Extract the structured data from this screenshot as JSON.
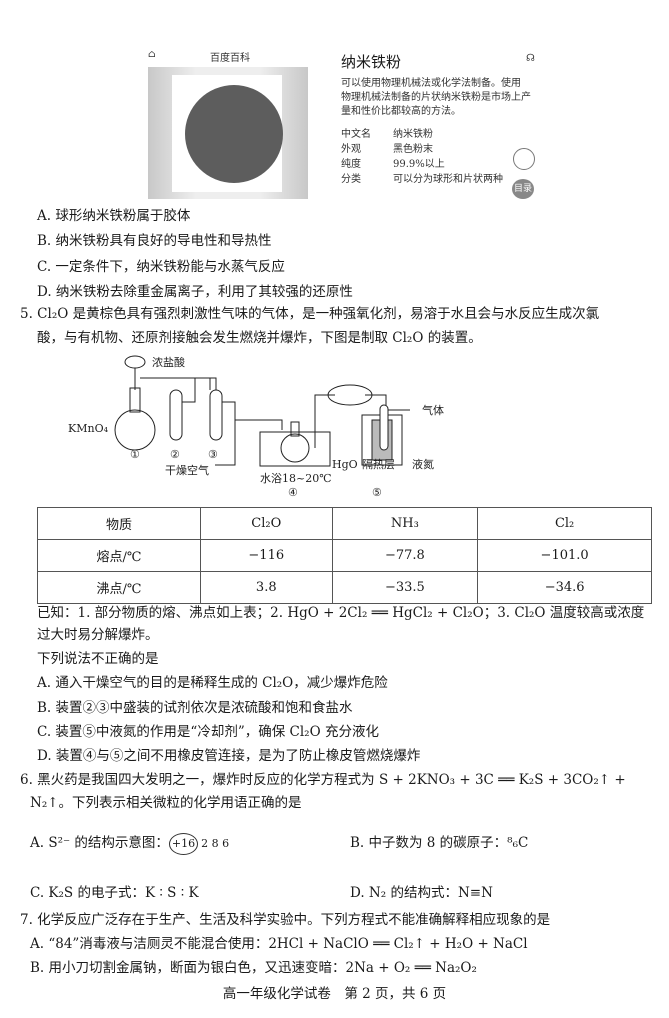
{
  "card": {
    "home_icon": "home-icon",
    "source": "百度百科",
    "title": "纳米铁粉",
    "corner_icon": "audio-icon",
    "desc": [
      "可以使用物理机械法或化学法制备。使用",
      "物理机械法制备的片状纳米铁粉是市场上产",
      "量和性价比都较高的方法。"
    ],
    "fields": [
      {
        "k": "中文名",
        "v": "纳米铁粉"
      },
      {
        "k": "外观",
        "v": "黑色粉末"
      },
      {
        "k": "纯度",
        "v": "99.9%以上"
      },
      {
        "k": "分类",
        "v": "可以分为球形和片状两种"
      }
    ],
    "toc_button": "目录"
  },
  "q4_options": [
    "A. 球形纳米铁粉属于胶体",
    "B. 纳米铁粉具有良好的导电性和导热性",
    "C. 一定条件下，纳米铁粉能与水蒸气反应",
    "D. 纳米铁粉去除重金属离子，利用了其较强的还原性"
  ],
  "q5": {
    "stem": [
      "5. Cl₂O 是黄棕色具有强烈刺激性气味的气体，是一种强氧化剂，易溶于水且会与水反应生成次氯",
      "酸，与有机物、还原剂接触会发生燃烧并爆炸，下图是制取 Cl₂O 的装置。"
    ],
    "diagram": {
      "conc_hcl": "浓盐酸",
      "kmno4": "KMnO₄",
      "dry_air": "干燥空气",
      "bath": "水浴18~20℃",
      "hgo": "HgO",
      "insulation": "隔热层",
      "liquid_n": "液氮",
      "gas": "气体",
      "n1": "①",
      "n2": "②",
      "n3": "③",
      "n4": "④",
      "n5": "⑤"
    },
    "table": {
      "header": [
        "物质",
        "Cl₂O",
        "NH₃",
        "Cl₂"
      ],
      "rows": [
        [
          "熔点/℃",
          "−116",
          "−77.8",
          "−101.0"
        ],
        [
          "沸点/℃",
          "3.8",
          "−33.5",
          "−34.6"
        ]
      ]
    },
    "known": [
      "已知：1. 部分物质的熔、沸点如上表；2. HgO + 2Cl₂ ══ HgCl₂ + Cl₂O；3. Cl₂O 温度较高或浓度",
      "过大时易分解爆炸。"
    ],
    "ask": "下列说法不正确的是",
    "options": [
      "A. 通入干燥空气的目的是稀释生成的 Cl₂O，减少爆炸危险",
      "B. 装置②③中盛装的试剂依次是浓硫酸和饱和食盐水",
      "C. 装置⑤中液氮的作用是“冷却剂”，确保 Cl₂O 充分液化",
      "D. 装置④与⑤之间不用橡皮管连接，是为了防止橡皮管燃烧爆炸"
    ]
  },
  "q6": {
    "stem": [
      "6. 黑火药是我国四大发明之一，爆炸时反应的化学方程式为 S + 2KNO₃ + 3C ══ K₂S + 3CO₂↑ +",
      "N₂↑。下列表示相关微粒的化学用语正确的是"
    ],
    "A": "A. S²⁻ 的结构示意图：",
    "A_nucleus": "+16",
    "A_shells": "2 8 6",
    "B": "B. 中子数为 8 的碳原子：⁸₆C",
    "C": "C. K₂S 的电子式：K ∶ S ∶ K",
    "D": "D. N₂ 的结构式：N≡N"
  },
  "q7": {
    "stem": "7. 化学反应广泛存在于生产、生活及科学实验中。下列方程式不能准确解释相应现象的是",
    "A": "A. “84”消毒液与洁厕灵不能混合使用：2HCl + NaClO ══ Cl₂↑ + H₂O + NaCl",
    "B": "B. 用小刀切割金属钠，断面为银白色，又迅速变暗：2Na + O₂ ══ Na₂O₂"
  },
  "footer": "高一年级化学试卷　第 2 页，共 6 页"
}
